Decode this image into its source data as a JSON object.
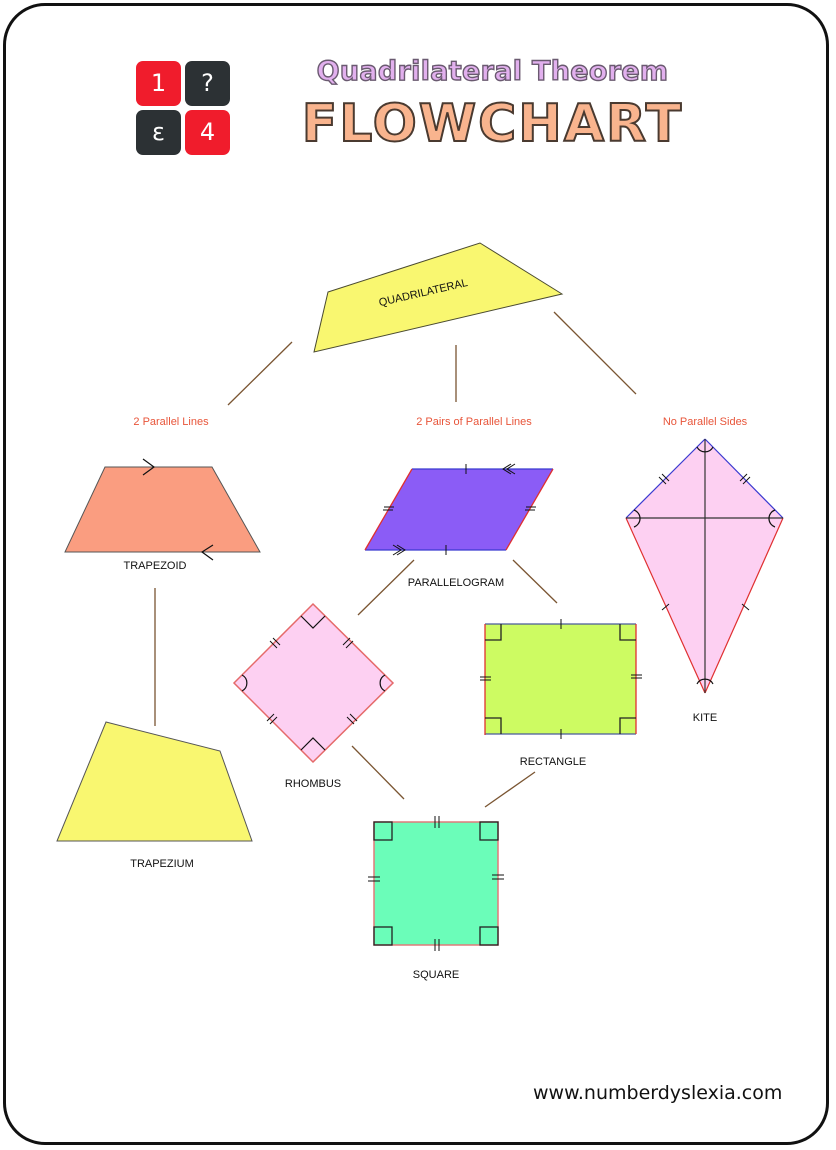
{
  "logo": {
    "tiles": [
      {
        "text": "1",
        "color": "#f01c2c"
      },
      {
        "text": "?",
        "color": "#2c3134"
      },
      {
        "text": "ε",
        "color": "#2c3134"
      },
      {
        "text": "4",
        "color": "#f01c2c"
      }
    ]
  },
  "title": {
    "subtitle": "Quadrilateral Theorem",
    "main": "FLOWCHART"
  },
  "conditions": {
    "left": "2 Parallel Lines",
    "middle": "2 Pairs of Parallel Lines",
    "right": "No Parallel Sides"
  },
  "shapes": {
    "quadrilateral": {
      "label": "QUADRILATERAL",
      "fill": "#f9f770"
    },
    "trapezoid": {
      "label": "TRAPEZOID",
      "fill": "#fa9d80"
    },
    "trapezium": {
      "label": "TRAPEZIUM",
      "fill": "#f9f770"
    },
    "parallelogram": {
      "label": "PARALLELOGRAM",
      "fill": "#8b5cf6"
    },
    "kite": {
      "label": "KITE",
      "fill": "#fdd0f2"
    },
    "rhombus": {
      "label": "RHOMBUS",
      "fill": "#fdd0f2"
    },
    "rectangle": {
      "label": "RECTANGLE",
      "fill": "#cdfb62"
    },
    "square": {
      "label": "SQUARE",
      "fill": "#6bfdb9"
    }
  },
  "colors": {
    "connector": "#7a5532",
    "condition_text": "#e8553a",
    "outline_red": "#e03030",
    "outline_blue": "#3a3ad0"
  },
  "footer": {
    "website": "www.numberdyslexia.com"
  }
}
